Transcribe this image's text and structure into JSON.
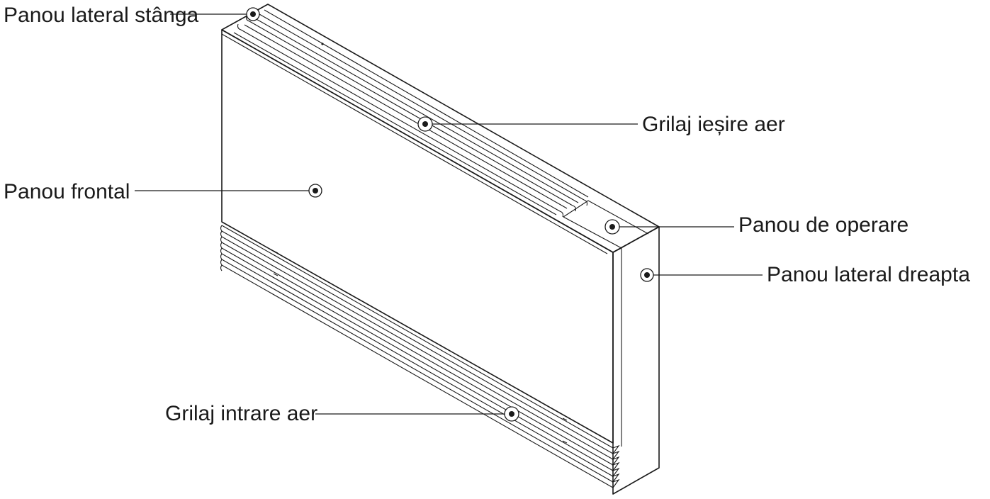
{
  "labels": {
    "left_side_panel": "Panou lateral stânga",
    "outlet_grille": "Grilaj ieșire aer",
    "front_panel": "Panou frontal",
    "operation_panel": "Panou de operare",
    "right_side_panel": "Panou lateral dreapta",
    "inlet_grille": "Grilaj intrare aer"
  },
  "colors": {
    "line": "#1a1a1a",
    "background": "#ffffff"
  }
}
